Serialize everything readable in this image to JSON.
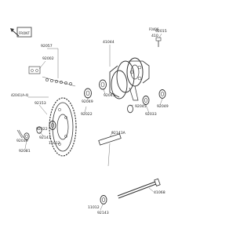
{
  "diagram": {
    "corner_code": "F0406",
    "front_icon": "front-arrow-icon",
    "labels": {
      "p92057": "92057",
      "p92002": "92002",
      "p41044": "41044",
      "p92015": "92015",
      "p410": "410",
      "p42041": "42041(A-4)",
      "p92153": "92153",
      "p92049a": "92049",
      "p92045a": "92045",
      "p92045b": "92045",
      "p92022": "92022",
      "p92049b": "92049",
      "p92033": "92033",
      "p92143": "92143",
      "p11012a": "11012",
      "p92039": "92039",
      "p92081": "92081",
      "p92022b": "92022",
      "p92143b": "92143A",
      "p11012b": "11012",
      "p92143c": "92143",
      "p41068": "41068"
    }
  }
}
